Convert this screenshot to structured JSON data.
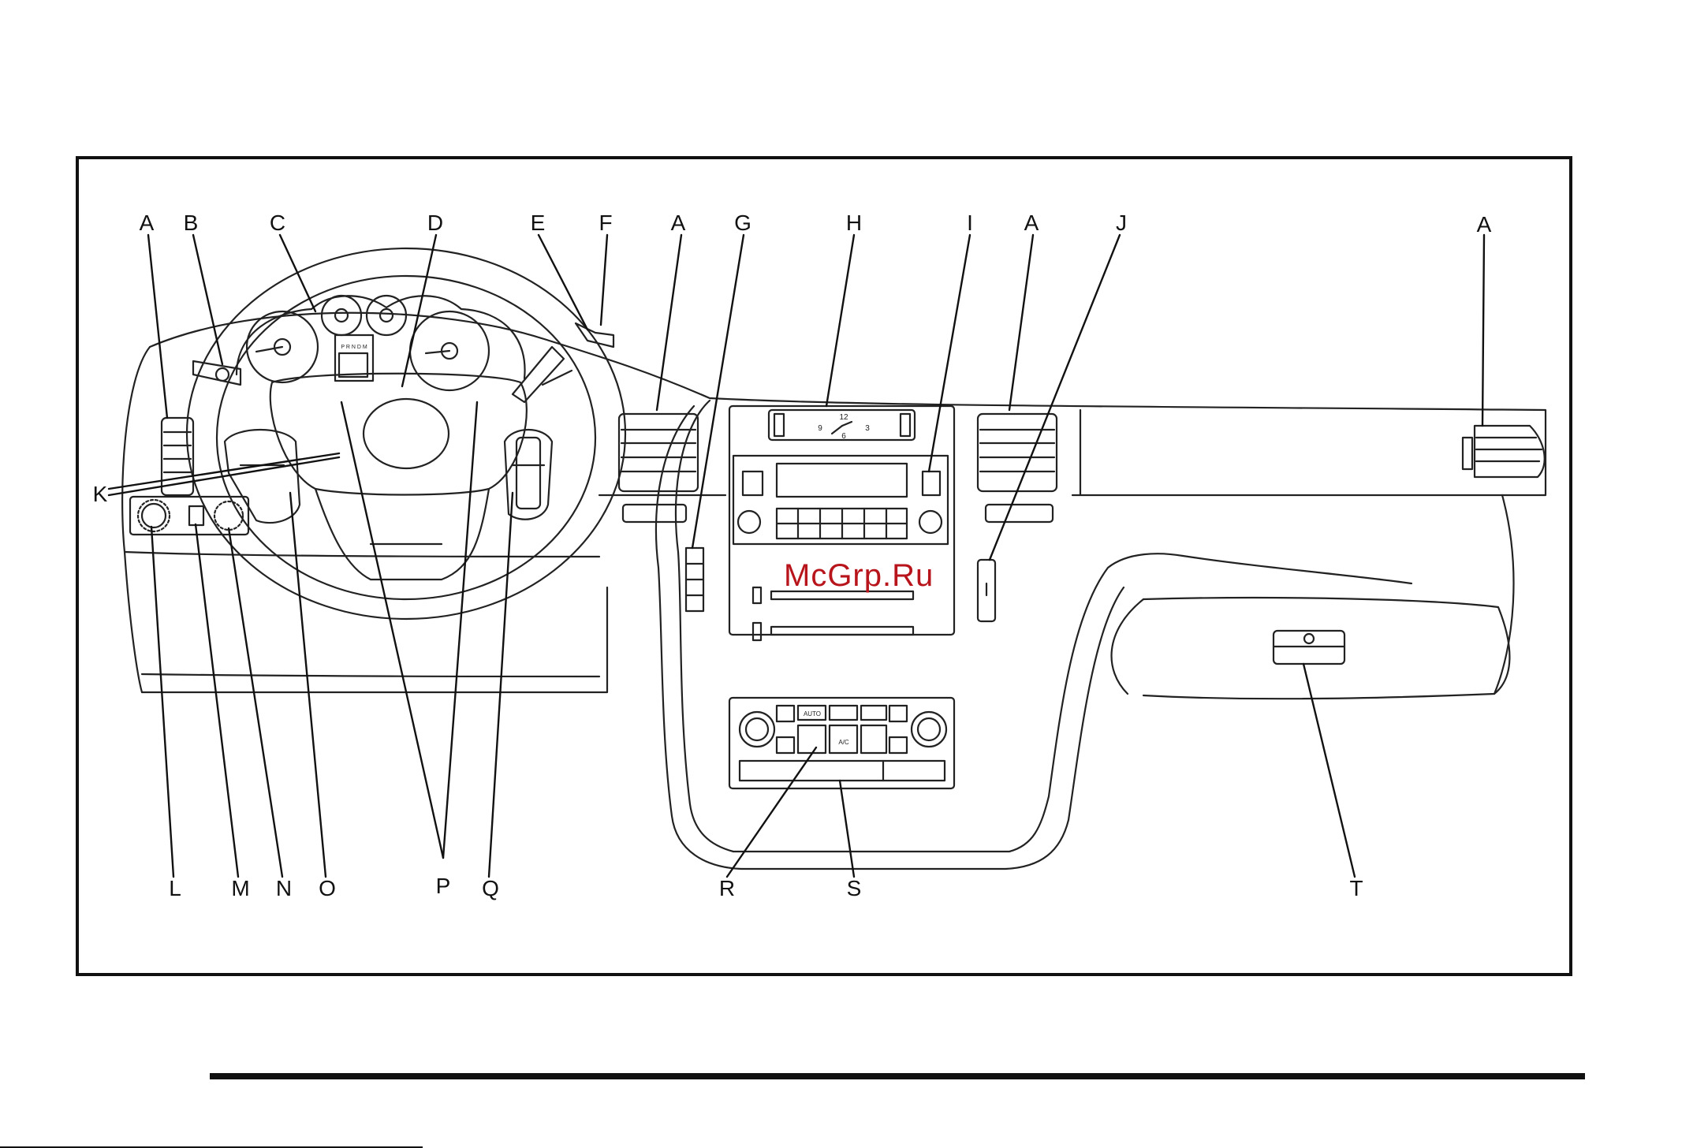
{
  "diagram": {
    "callouts": [
      "A",
      "B",
      "C",
      "D",
      "E",
      "F",
      "A",
      "G",
      "H",
      "I",
      "A",
      "J",
      "A",
      "K",
      "L",
      "M",
      "N",
      "O",
      "P",
      "Q",
      "R",
      "S",
      "T"
    ],
    "watermark": "McGrp.Ru",
    "climate": {
      "auto_label": "AUTO",
      "ac_label": "A/C"
    },
    "gear_indicator": "P R N D M",
    "clock_numbers": [
      "12",
      "9",
      "3",
      "6"
    ]
  }
}
